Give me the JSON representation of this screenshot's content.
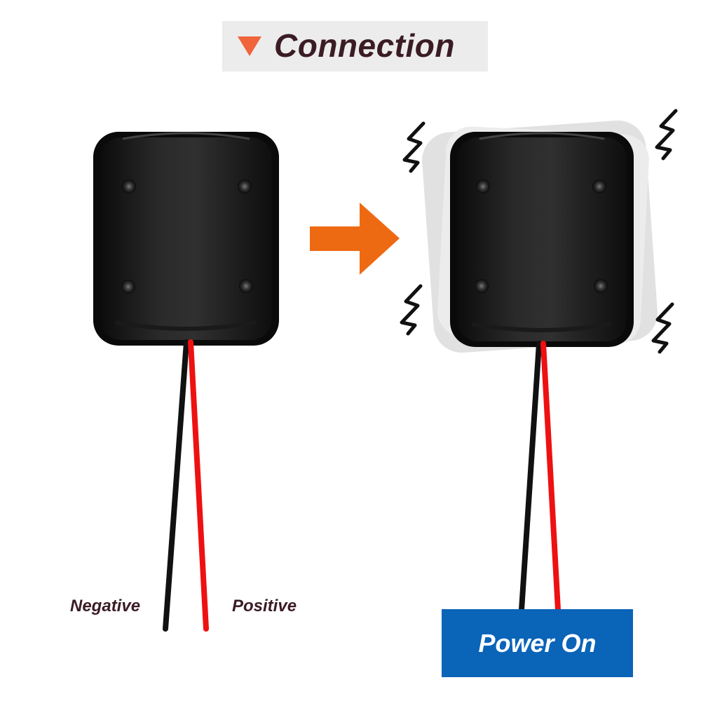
{
  "header": {
    "title": "Connection"
  },
  "labels": {
    "negative": "Negative",
    "positive": "Positive"
  },
  "status": {
    "power_on": "Power On"
  },
  "icons": {
    "section": "triangle-down-icon",
    "arrow": "arrow-right-icon",
    "vibration": "lightning-icon"
  },
  "colors": {
    "triangle": "#f0643c",
    "arrow": "#ee6a12",
    "title_text": "#3b1c24",
    "title_bg": "#ececec",
    "power_box": "#0a64b8",
    "wire_negative": "#111111",
    "wire_positive": "#ee1111"
  }
}
